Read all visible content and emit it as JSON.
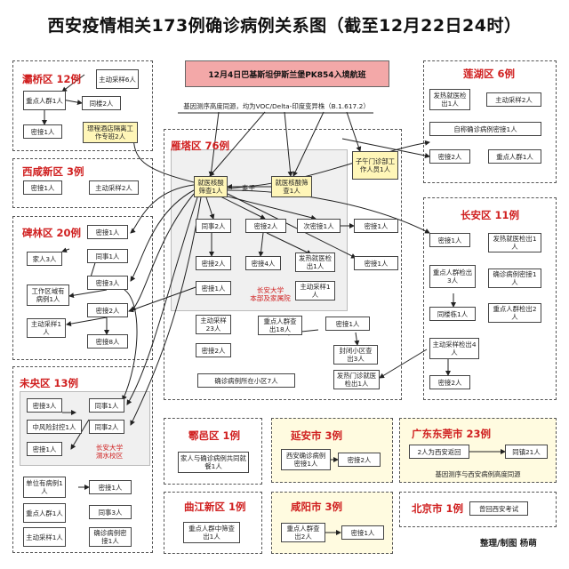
{
  "title": "西安疫情相关173例确诊病例关系图（截至12月22日24时）",
  "flight": "12月4日巴基斯坦伊斯兰堡PK854入境航班",
  "gene_note": "基因测序高度同源，均为VOC/Delta-印度变异株（B.1.617.2）",
  "credit": "整理/制图 杨萌",
  "wife_label": "妻子",
  "regions": {
    "baqiao": "灞桥区 12例",
    "xixian": "西咸新区 3例",
    "beilin": "碑林区 20例",
    "weiyang": "未央区 13例",
    "yanta": "雁塔区 76例",
    "lianhu": "莲湖区 6例",
    "changan": "长安区 11例",
    "huyi": "鄠邑区 1例",
    "qujiang": "曲江新区 1例",
    "yanan": "延安市 3例",
    "xianyang": "咸阳市 3例",
    "dongguan": "广东东莞市 23例",
    "beijing": "北京市 1例"
  },
  "nodes": {
    "bq_zdcy": "主动采样6人",
    "bq_zdrq": "重点人群1人",
    "bq_tl2": "同楼2人",
    "bq_mj1": "密接1人",
    "bq_jd": "璟程酒店隔离工作专班2人",
    "xx_mj1": "密接1人",
    "xx_zdcy2": "主动采样2人",
    "bl_mj1a": "密接1人",
    "bl_jr3": "家人3人",
    "bl_ts1": "同事1人",
    "bl_mj3": "密接3人",
    "bl_gz": "工作区域有病例1人",
    "bl_mj2": "密接2人",
    "bl_zdcy1": "主动采样1人",
    "bl_mj8": "密接8人",
    "lh_frz": "发热就医检出1人",
    "lh_zdcy2": "主动采样2人",
    "lh_zz": "自称确诊病例密接1人",
    "lh_mj2": "密接2人",
    "lh_zdrq": "重点人群1人",
    "zm": "子午门诊部工作人员1人",
    "yt_jy1": "就医核酸筛查1人",
    "yt_jy2": "就医核酸筛查1人",
    "yt_ts2": "同事2人",
    "yt_mj2a": "密接2人",
    "yt_cmj": "次密接1人",
    "yt_mj1r": "密接1人",
    "yt_mj2b": "密接2人",
    "yt_mj4": "密接4人",
    "yt_fr": "发热就医检出1人",
    "yt_mj1l": "密接1人",
    "yt_mj2c": "密接2人",
    "yt_zdcy1": "主动采样1人",
    "yt_zdcy23": "主动采样23人",
    "yt_zdrq18": "重点人群查出18人",
    "yt_mj1m": "密接1人",
    "yt_fbxq": "封闭小区查出3人",
    "yt_qzbl": "确诊病例所在小区7人",
    "yt_frmz": "发热门诊就医检出1人",
    "yt_far_mj": "密接1人",
    "ca_mj1a": "密接1人",
    "ca_fr": "发热就医检出1人",
    "ca_zdrq3": "重点人群检出3人",
    "ca_qzmj": "确诊病例密接1人",
    "ca_tls": "同楼栋1人",
    "ca_zdrq2": "重点人群检出2人",
    "ca_zdcy4": "主动采样检出4人",
    "ca_mj2": "密接2人",
    "wy_mj3": "密接3人",
    "wy_ts1": "同事1人",
    "wy_zf": "中风险封控1人",
    "wy_ts2": "同事2人",
    "wy_mj1": "密接1人",
    "wy_dw": "单位有病例1人",
    "wy_mj1b": "密接1人",
    "wy_zdrq": "重点人群1人",
    "wy_ts3": "同事3人",
    "wy_zdcy": "主动采样1人",
    "wy_qz": "确诊病例密接1人",
    "hy_jr": "家人与确诊病例共同就餐1人",
    "qj_zd": "重点人群中筛查出1人",
    "ya_mj": "西安确诊病例密接1人",
    "ya_mj2": "密接2人",
    "xy_zdrq": "重点人群查出2人",
    "xy_mj1": "密接1人",
    "dg_2r": "2人为西安返回",
    "dg_tj": "同镇21人",
    "dg_note": "基因测序与西安病例高度同源",
    "bj": "曾回西安考试"
  },
  "labels": {
    "changan_univ_1": "长安大学",
    "changan_univ_2": "本部及家属院",
    "weiyang_univ_1": "长安大学",
    "weiyang_univ_2": "渭水校区"
  },
  "colors": {
    "region_name": "#d02020",
    "flight_bg": "#f3a8a8",
    "highlight_bg": "#fff6b8",
    "city_bg": "#fffbe0"
  }
}
